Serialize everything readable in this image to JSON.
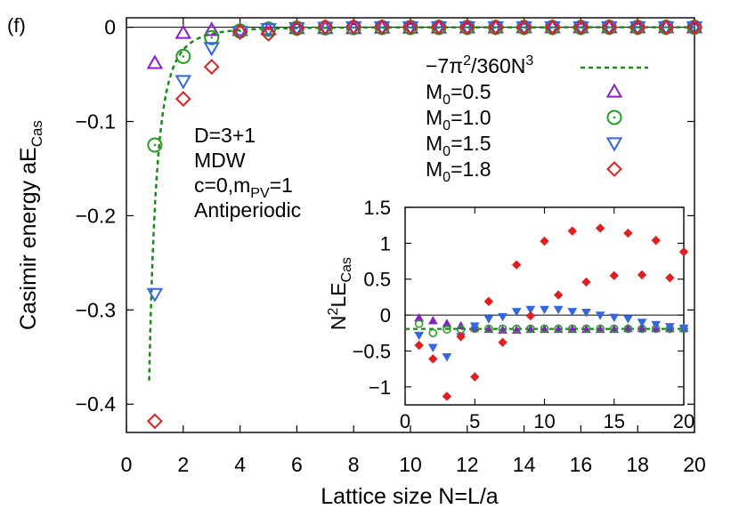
{
  "panel_label": "(f)",
  "chart_data": [
    {
      "type": "scatter",
      "role": "main",
      "xlabel": "Lattice size N=L/a",
      "ylabel": "Casimir energy aE",
      "ylabel_sub": "Cas",
      "xlim": [
        0,
        20
      ],
      "ylim": [
        -0.43,
        0.01
      ],
      "xticks": [
        0,
        2,
        4,
        6,
        8,
        10,
        12,
        14,
        16,
        18,
        20
      ],
      "yticks": [
        0,
        -0.1,
        -0.2,
        -0.3,
        -0.4
      ],
      "ytick_labels": [
        "0",
        "−0.1",
        "−0.2",
        "−0.3",
        "−0.4"
      ],
      "zero_line": true,
      "annotation": [
        "D=3+1",
        "MDW",
        "c=0,m_PV=1",
        "Antiperiodic"
      ],
      "legend_position": "top-right",
      "series": [
        {
          "name": "−7π²/360N³",
          "style": "dashed-line",
          "color": "#1a8a1a",
          "formula": "-7*pi^2/(360*N^3)",
          "x_range": [
            0.8,
            20
          ]
        },
        {
          "name": "M0=0.5",
          "marker": "triangle-up",
          "color": "#8b1ec8",
          "x": [
            1,
            2,
            3,
            4,
            5,
            6,
            7,
            8,
            9,
            10,
            11,
            12,
            13,
            14,
            15,
            16,
            17,
            18,
            19,
            20
          ],
          "y": [
            -0.038,
            -0.006,
            -0.003,
            -0.003,
            -0.002,
            -0.001,
            -0.001,
            -0.001,
            -0.0005,
            -0.0005,
            -0.0004,
            -0.0003,
            -0.0003,
            -0.0002,
            -0.0002,
            -0.0002,
            -0.0001,
            -0.0001,
            -0.0001,
            -0.0001
          ]
        },
        {
          "name": "M0=1.0",
          "marker": "circle",
          "color": "#22a022",
          "x": [
            1,
            2,
            3,
            4,
            5,
            6,
            7,
            8,
            9,
            10,
            11,
            12,
            13,
            14,
            15,
            16,
            17,
            18,
            19,
            20
          ],
          "y": [
            -0.125,
            -0.031,
            -0.011,
            -0.004,
            -0.002,
            -0.001,
            -0.0006,
            -0.0004,
            -0.0003,
            -0.0002,
            -0.0002,
            -0.0001,
            -0.0001,
            -0.0001,
            -0.0001,
            -0.0001,
            0,
            0,
            0,
            0
          ]
        },
        {
          "name": "M0=1.5",
          "marker": "triangle-down",
          "color": "#3366e0",
          "x": [
            1,
            2,
            3,
            4,
            5,
            6,
            7,
            8,
            9,
            10,
            11,
            12,
            13,
            14,
            15,
            16,
            17,
            18,
            19,
            20
          ],
          "y": [
            -0.283,
            -0.057,
            -0.022,
            -0.005,
            -0.002,
            -0.001,
            -0.0005,
            0,
            0,
            0,
            0,
            0,
            0,
            0,
            0,
            0,
            0,
            0,
            0,
            0
          ]
        },
        {
          "name": "M0=1.8",
          "marker": "diamond",
          "color": "#e02020",
          "x": [
            1,
            2,
            3,
            4,
            5,
            6,
            7,
            8,
            9,
            10,
            11,
            12,
            13,
            14,
            15,
            16,
            17,
            18,
            19,
            20
          ],
          "y": [
            -0.418,
            -0.076,
            -0.042,
            -0.005,
            -0.007,
            -0.001,
            0.0004,
            0.0006,
            0.0004,
            0.0003,
            0.0002,
            0.0001,
            0.0001,
            0.0001,
            0.0001,
            0,
            0,
            0,
            0,
            0
          ]
        }
      ]
    },
    {
      "type": "scatter",
      "role": "inset",
      "xlabel": "",
      "ylabel_parts": [
        "N",
        "2",
        "LE",
        "Cas"
      ],
      "xlim": [
        0,
        20
      ],
      "ylim": [
        -1.25,
        1.5
      ],
      "xticks": [
        0,
        5,
        10,
        15,
        20
      ],
      "yticks": [
        1.5,
        1,
        0.5,
        0,
        -0.5,
        -1
      ],
      "ytick_labels": [
        "1.5",
        "1",
        "0.5",
        "0",
        "−0.5",
        "−1"
      ],
      "zero_line": true,
      "series": [
        {
          "name": "asymptote",
          "style": "dashed-line",
          "color": "#1a8a1a",
          "y_const": -0.192
        },
        {
          "name": "M0=0.5",
          "marker": "filled-triangle-up",
          "color": "#8b1ec8",
          "x": [
            1,
            2,
            3,
            4,
            5,
            6,
            7,
            8,
            9,
            10,
            11,
            12,
            13,
            14,
            15,
            16,
            17,
            18,
            19,
            20
          ],
          "y": [
            -0.04,
            -0.08,
            -0.12,
            -0.15,
            -0.18,
            -0.2,
            -0.21,
            -0.21,
            -0.2,
            -0.2,
            -0.2,
            -0.2,
            -0.2,
            -0.2,
            -0.2,
            -0.19,
            -0.19,
            -0.19,
            -0.19,
            -0.19
          ]
        },
        {
          "name": "M0=1.0",
          "marker": "open-circle",
          "color": "#22a022",
          "x": [
            1,
            2,
            3,
            4,
            5,
            6,
            7,
            8,
            9,
            10,
            11,
            12,
            13,
            14,
            15,
            16,
            17,
            18,
            19,
            20
          ],
          "y": [
            -0.12,
            -0.25,
            -0.2,
            -0.2,
            -0.19,
            -0.19,
            -0.19,
            -0.19,
            -0.19,
            -0.19,
            -0.19,
            -0.19,
            -0.19,
            -0.19,
            -0.19,
            -0.19,
            -0.19,
            -0.19,
            -0.19,
            -0.19
          ]
        },
        {
          "name": "M0=1.5",
          "marker": "filled-triangle-down",
          "color": "#3366e0",
          "x": [
            1,
            2,
            3,
            4,
            5,
            6,
            7,
            8,
            9,
            10,
            11,
            12,
            13,
            14,
            15,
            16,
            17,
            18,
            19,
            20
          ],
          "y": [
            -0.28,
            -0.45,
            -0.58,
            -0.3,
            -0.15,
            -0.05,
            -0.02,
            0.05,
            0.08,
            0.08,
            0.08,
            0.05,
            0.04,
            0.0,
            -0.03,
            -0.05,
            -0.1,
            -0.13,
            -0.16,
            -0.18
          ]
        },
        {
          "name": "M0=1.8",
          "marker": "filled-diamond",
          "color": "#e02020",
          "x": [
            1,
            2,
            3,
            4,
            5,
            6,
            7,
            8,
            9,
            10,
            11,
            12,
            13,
            14,
            15,
            16,
            17,
            18,
            19,
            20
          ],
          "y": [
            -0.42,
            -0.61,
            -1.13,
            -0.3,
            -0.86,
            0.19,
            -0.38,
            0.7,
            -0.01,
            1.03,
            0.28,
            1.17,
            0.46,
            1.21,
            0.55,
            1.14,
            0.56,
            1.04,
            0.52,
            0.88
          ]
        }
      ]
    }
  ]
}
